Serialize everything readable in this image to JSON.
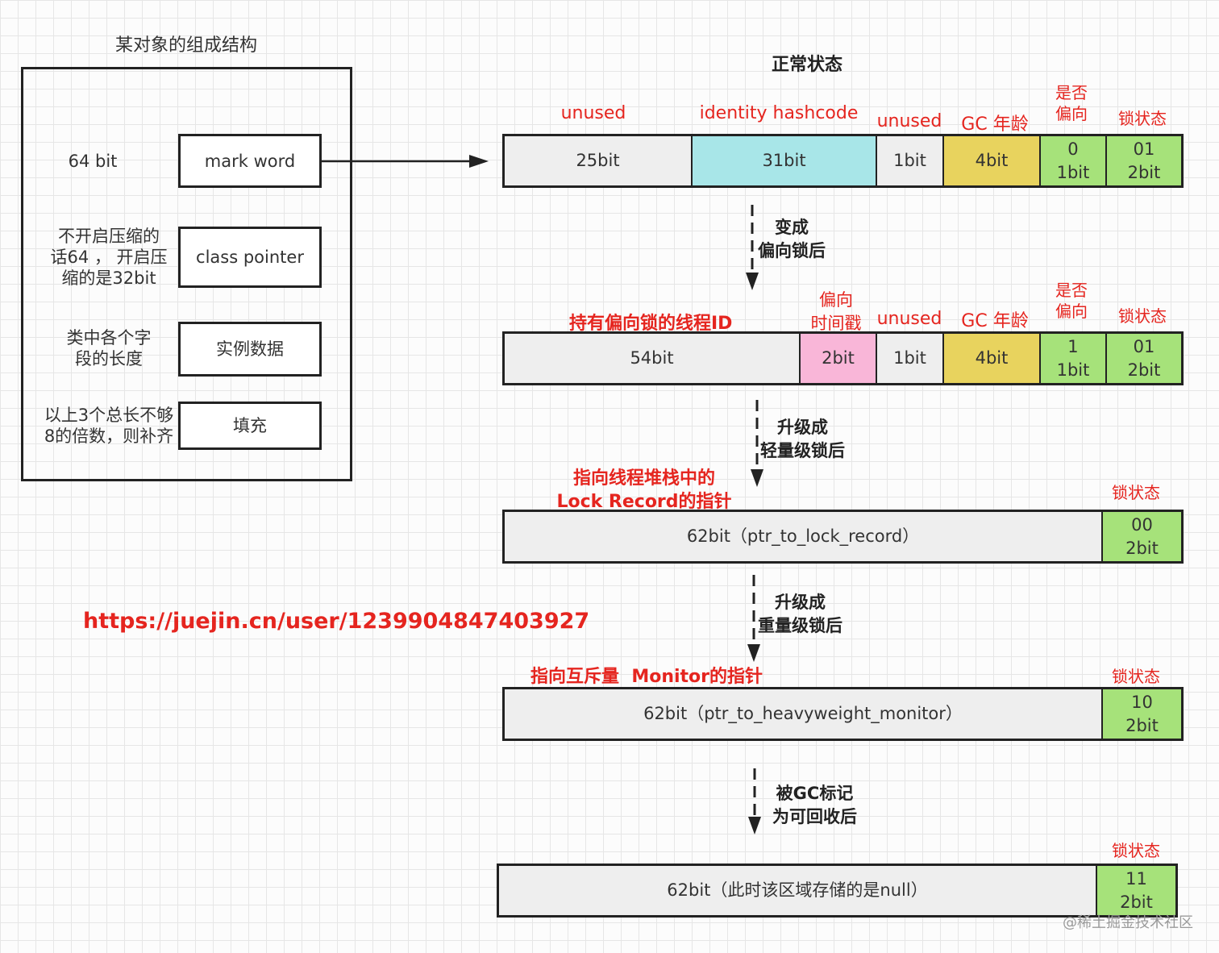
{
  "left_panel": {
    "title": "某对象的组成结构",
    "rows": [
      {
        "label": "64 bit",
        "box": "mark word"
      },
      {
        "label": "不开启压缩的\n话64 ， 开启压\n缩的是32bit",
        "box": "class pointer"
      },
      {
        "label": "类中各个字\n段的长度",
        "box": "实例数据"
      },
      {
        "label": "以上3个总长不够\n8的倍数，则补齐",
        "box": "填充"
      }
    ]
  },
  "normal_state": {
    "title": "正常状态",
    "headers": {
      "unused1": "unused",
      "hashcode": "identity hashcode",
      "unused2": "unused",
      "gc_age": "GC 年龄",
      "biased": "是否\n偏向",
      "lock": "锁状态"
    },
    "segments": [
      {
        "text": "25bit",
        "color": "#eeeeee"
      },
      {
        "text": "31bit",
        "color": "#a8e6e8"
      },
      {
        "text": "1bit",
        "color": "#eeeeee"
      },
      {
        "text": "4bit",
        "color": "#e8d35e"
      },
      {
        "text": "0\n1bit",
        "color": "#a6e27a"
      },
      {
        "text": "01\n2bit",
        "color": "#a6e27a"
      }
    ]
  },
  "transition1": "变成\n偏向锁后",
  "biased_state": {
    "headers": {
      "thread_id": "持有偏向锁的线程ID",
      "epoch": "偏向\n时间戳",
      "unused": "unused",
      "gc_age": "GC 年龄",
      "biased": "是否\n偏向",
      "lock": "锁状态"
    },
    "segments": [
      {
        "text": "54bit",
        "color": "#eeeeee"
      },
      {
        "text": "2bit",
        "color": "#f9b6d8"
      },
      {
        "text": "1bit",
        "color": "#eeeeee"
      },
      {
        "text": "4bit",
        "color": "#e8d35e"
      },
      {
        "text": "1\n1bit",
        "color": "#a6e27a"
      },
      {
        "text": "01\n2bit",
        "color": "#a6e27a"
      }
    ]
  },
  "transition2": "升级成\n轻量级锁后",
  "lightweight_state": {
    "header": "指向线程堆栈中的\nLock Record的指针",
    "lock_header": "锁状态",
    "main": "62bit（ptr_to_lock_record）",
    "lock": "00\n2bit"
  },
  "transition3": "升级成\n重量级锁后",
  "heavyweight_state": {
    "header": "指向互斥量  Monitor的指针",
    "lock_header": "锁状态",
    "main": "62bit（ptr_to_heavyweight_monitor）",
    "lock": "10\n2bit"
  },
  "transition4": "被GC标记\n为可回收后",
  "gc_state": {
    "lock_header": "锁状态",
    "main": "62bit（此时该区域存储的是null）",
    "lock": "11\n2bit"
  },
  "url": "https://juejin.cn/user/1239904847403927",
  "watermark": "@稀土掘金技术社区",
  "colors": {
    "red": "#e5251f",
    "gray": "#eeeeee",
    "cyan": "#a8e6e8",
    "yellow": "#e8d35e",
    "green": "#a6e27a",
    "pink": "#f9b6d8"
  }
}
